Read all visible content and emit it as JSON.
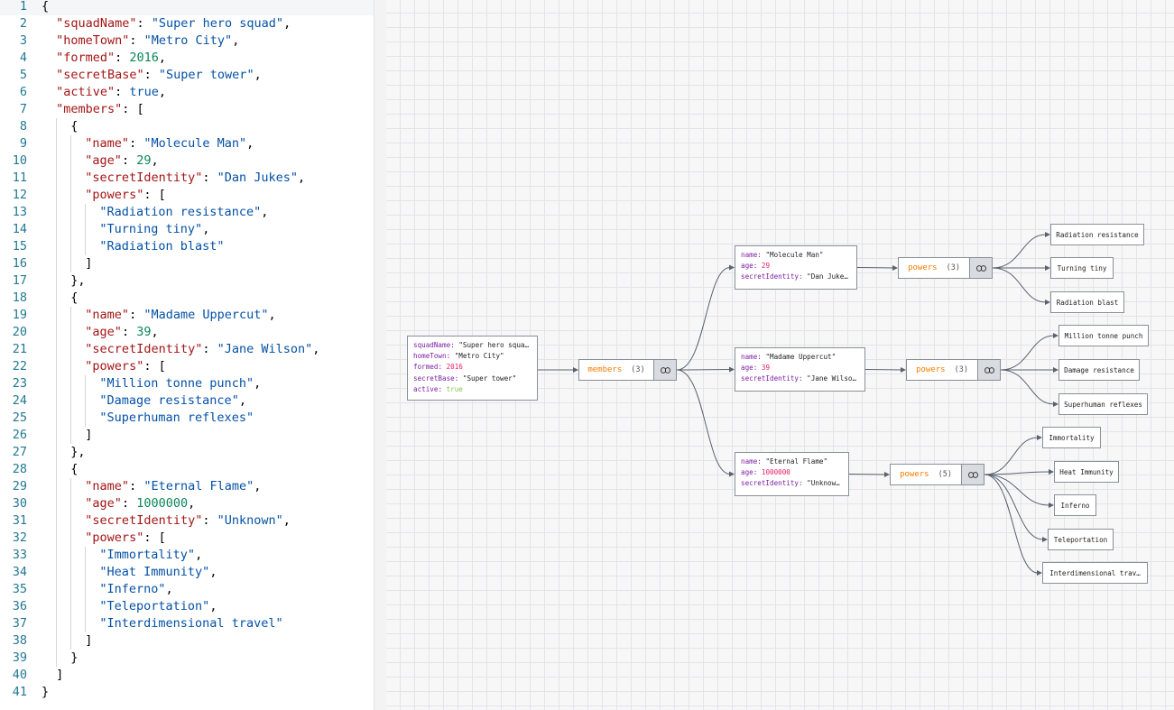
{
  "editor": {
    "active_line": 1,
    "lines": [
      {
        "num": "1",
        "indent": 0,
        "tokens": [
          [
            "p",
            "{"
          ]
        ]
      },
      {
        "num": "2",
        "indent": 1,
        "tokens": [
          [
            "k",
            "\"squadName\""
          ],
          [
            "p",
            ": "
          ],
          [
            "s",
            "\"Super hero squad\""
          ],
          [
            "p",
            ","
          ]
        ]
      },
      {
        "num": "3",
        "indent": 1,
        "tokens": [
          [
            "k",
            "\"homeTown\""
          ],
          [
            "p",
            ": "
          ],
          [
            "s",
            "\"Metro City\""
          ],
          [
            "p",
            ","
          ]
        ]
      },
      {
        "num": "4",
        "indent": 1,
        "tokens": [
          [
            "k",
            "\"formed\""
          ],
          [
            "p",
            ": "
          ],
          [
            "n",
            "2016"
          ],
          [
            "p",
            ","
          ]
        ]
      },
      {
        "num": "5",
        "indent": 1,
        "tokens": [
          [
            "k",
            "\"secretBase\""
          ],
          [
            "p",
            ": "
          ],
          [
            "s",
            "\"Super tower\""
          ],
          [
            "p",
            ","
          ]
        ]
      },
      {
        "num": "6",
        "indent": 1,
        "tokens": [
          [
            "k",
            "\"active\""
          ],
          [
            "p",
            ": "
          ],
          [
            "b",
            "true"
          ],
          [
            "p",
            ","
          ]
        ]
      },
      {
        "num": "7",
        "indent": 1,
        "tokens": [
          [
            "k",
            "\"members\""
          ],
          [
            "p",
            ": ["
          ]
        ]
      },
      {
        "num": "8",
        "indent": 2,
        "tokens": [
          [
            "p",
            "{"
          ]
        ]
      },
      {
        "num": "9",
        "indent": 3,
        "tokens": [
          [
            "k",
            "\"name\""
          ],
          [
            "p",
            ": "
          ],
          [
            "s",
            "\"Molecule Man\""
          ],
          [
            "p",
            ","
          ]
        ]
      },
      {
        "num": "10",
        "indent": 3,
        "tokens": [
          [
            "k",
            "\"age\""
          ],
          [
            "p",
            ": "
          ],
          [
            "n",
            "29"
          ],
          [
            "p",
            ","
          ]
        ]
      },
      {
        "num": "11",
        "indent": 3,
        "tokens": [
          [
            "k",
            "\"secretIdentity\""
          ],
          [
            "p",
            ": "
          ],
          [
            "s",
            "\"Dan Jukes\""
          ],
          [
            "p",
            ","
          ]
        ]
      },
      {
        "num": "12",
        "indent": 3,
        "tokens": [
          [
            "k",
            "\"powers\""
          ],
          [
            "p",
            ": ["
          ]
        ]
      },
      {
        "num": "13",
        "indent": 4,
        "tokens": [
          [
            "s",
            "\"Radiation resistance\""
          ],
          [
            "p",
            ","
          ]
        ]
      },
      {
        "num": "14",
        "indent": 4,
        "tokens": [
          [
            "s",
            "\"Turning tiny\""
          ],
          [
            "p",
            ","
          ]
        ]
      },
      {
        "num": "15",
        "indent": 4,
        "tokens": [
          [
            "s",
            "\"Radiation blast\""
          ]
        ]
      },
      {
        "num": "16",
        "indent": 3,
        "tokens": [
          [
            "p",
            "]"
          ]
        ]
      },
      {
        "num": "17",
        "indent": 2,
        "tokens": [
          [
            "p",
            "},"
          ]
        ]
      },
      {
        "num": "18",
        "indent": 2,
        "tokens": [
          [
            "p",
            "{"
          ]
        ]
      },
      {
        "num": "19",
        "indent": 3,
        "tokens": [
          [
            "k",
            "\"name\""
          ],
          [
            "p",
            ": "
          ],
          [
            "s",
            "\"Madame Uppercut\""
          ],
          [
            "p",
            ","
          ]
        ]
      },
      {
        "num": "20",
        "indent": 3,
        "tokens": [
          [
            "k",
            "\"age\""
          ],
          [
            "p",
            ": "
          ],
          [
            "n",
            "39"
          ],
          [
            "p",
            ","
          ]
        ]
      },
      {
        "num": "21",
        "indent": 3,
        "tokens": [
          [
            "k",
            "\"secretIdentity\""
          ],
          [
            "p",
            ": "
          ],
          [
            "s",
            "\"Jane Wilson\""
          ],
          [
            "p",
            ","
          ]
        ]
      },
      {
        "num": "22",
        "indent": 3,
        "tokens": [
          [
            "k",
            "\"powers\""
          ],
          [
            "p",
            ": ["
          ]
        ]
      },
      {
        "num": "23",
        "indent": 4,
        "tokens": [
          [
            "s",
            "\"Million tonne punch\""
          ],
          [
            "p",
            ","
          ]
        ]
      },
      {
        "num": "24",
        "indent": 4,
        "tokens": [
          [
            "s",
            "\"Damage resistance\""
          ],
          [
            "p",
            ","
          ]
        ]
      },
      {
        "num": "25",
        "indent": 4,
        "tokens": [
          [
            "s",
            "\"Superhuman reflexes\""
          ]
        ]
      },
      {
        "num": "26",
        "indent": 3,
        "tokens": [
          [
            "p",
            "]"
          ]
        ]
      },
      {
        "num": "27",
        "indent": 2,
        "tokens": [
          [
            "p",
            "},"
          ]
        ]
      },
      {
        "num": "28",
        "indent": 2,
        "tokens": [
          [
            "p",
            "{"
          ]
        ]
      },
      {
        "num": "29",
        "indent": 3,
        "tokens": [
          [
            "k",
            "\"name\""
          ],
          [
            "p",
            ": "
          ],
          [
            "s",
            "\"Eternal Flame\""
          ],
          [
            "p",
            ","
          ]
        ]
      },
      {
        "num": "30",
        "indent": 3,
        "tokens": [
          [
            "k",
            "\"age\""
          ],
          [
            "p",
            ": "
          ],
          [
            "n",
            "1000000"
          ],
          [
            "p",
            ","
          ]
        ]
      },
      {
        "num": "31",
        "indent": 3,
        "tokens": [
          [
            "k",
            "\"secretIdentity\""
          ],
          [
            "p",
            ": "
          ],
          [
            "s",
            "\"Unknown\""
          ],
          [
            "p",
            ","
          ]
        ]
      },
      {
        "num": "32",
        "indent": 3,
        "tokens": [
          [
            "k",
            "\"powers\""
          ],
          [
            "p",
            ": ["
          ]
        ]
      },
      {
        "num": "33",
        "indent": 4,
        "tokens": [
          [
            "s",
            "\"Immortality\""
          ],
          [
            "p",
            ","
          ]
        ]
      },
      {
        "num": "34",
        "indent": 4,
        "tokens": [
          [
            "s",
            "\"Heat Immunity\""
          ],
          [
            "p",
            ","
          ]
        ]
      },
      {
        "num": "35",
        "indent": 4,
        "tokens": [
          [
            "s",
            "\"Inferno\""
          ],
          [
            "p",
            ","
          ]
        ]
      },
      {
        "num": "36",
        "indent": 4,
        "tokens": [
          [
            "s",
            "\"Teleportation\""
          ],
          [
            "p",
            ","
          ]
        ]
      },
      {
        "num": "37",
        "indent": 4,
        "tokens": [
          [
            "s",
            "\"Interdimensional travel\""
          ]
        ]
      },
      {
        "num": "38",
        "indent": 3,
        "tokens": [
          [
            "p",
            "]"
          ]
        ]
      },
      {
        "num": "39",
        "indent": 2,
        "tokens": [
          [
            "p",
            "}"
          ]
        ]
      },
      {
        "num": "40",
        "indent": 1,
        "tokens": [
          [
            "p",
            "]"
          ]
        ]
      },
      {
        "num": "41",
        "indent": 0,
        "tokens": [
          [
            "p",
            "}"
          ]
        ]
      }
    ]
  },
  "graph": {
    "link_icon": "link-icon",
    "root": {
      "rows": [
        {
          "key": "squadName",
          "value": "\"Super hero squa…",
          "type": "string"
        },
        {
          "key": "homeTown",
          "value": "\"Metro City\"",
          "type": "string"
        },
        {
          "key": "formed",
          "value": "2016",
          "type": "number"
        },
        {
          "key": "secretBase",
          "value": "\"Super tower\"",
          "type": "string"
        },
        {
          "key": "active",
          "value": "true",
          "type": "boolean"
        }
      ]
    },
    "members": {
      "label": "members",
      "count": "(3)"
    },
    "member_nodes": [
      {
        "rows": [
          {
            "key": "name",
            "value": "\"Molecule Man\"",
            "type": "string"
          },
          {
            "key": "age",
            "value": "29",
            "type": "number"
          },
          {
            "key": "secretIdentity",
            "value": "\"Dan Juke…",
            "type": "string"
          }
        ]
      },
      {
        "rows": [
          {
            "key": "name",
            "value": "\"Madame Uppercut\"",
            "type": "string"
          },
          {
            "key": "age",
            "value": "39",
            "type": "number"
          },
          {
            "key": "secretIdentity",
            "value": "\"Jane Wilso…",
            "type": "string"
          }
        ]
      },
      {
        "rows": [
          {
            "key": "name",
            "value": "\"Eternal Flame\"",
            "type": "string"
          },
          {
            "key": "age",
            "value": "1000000",
            "type": "number"
          },
          {
            "key": "secretIdentity",
            "value": "\"Unknow…",
            "type": "string"
          }
        ]
      }
    ],
    "powers_nodes": [
      {
        "label": "powers",
        "count": "(3)"
      },
      {
        "label": "powers",
        "count": "(3)"
      },
      {
        "label": "powers",
        "count": "(5)"
      }
    ],
    "leaves": [
      [
        "Radiation resistance",
        "Turning tiny",
        "Radiation blast"
      ],
      [
        "Million tonne punch",
        "Damage resistance",
        "Superhuman reflexes"
      ],
      [
        "Immortality",
        "Heat Immunity",
        "Inferno",
        "Teleportation",
        "Interdimensional trav…"
      ]
    ]
  }
}
